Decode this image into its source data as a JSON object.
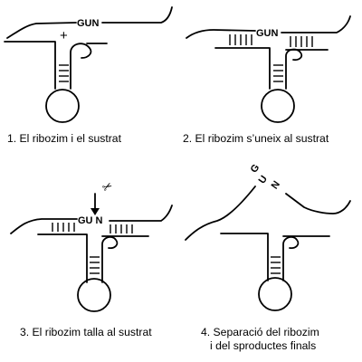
{
  "colors": {
    "stroke": "#000000",
    "background": "#ffffff"
  },
  "panels": [
    {
      "step": "1",
      "caption": "1. El ribozim i el sustrat",
      "sequence": "GUN",
      "join_symbol": "+"
    },
    {
      "step": "2",
      "caption": "2. El ribozim s’uneix al sustrat",
      "sequence": "GUN"
    },
    {
      "step": "3",
      "caption": "3. El ribozim talla al sustrat",
      "sequence": "GU N",
      "cut_icon": "scissors-icon"
    },
    {
      "step": "4",
      "caption_line1": "4. Separació del  ribozim",
      "caption_line2": "i del sproductes finals",
      "product_letters": [
        "G",
        "U",
        "N"
      ]
    }
  ]
}
